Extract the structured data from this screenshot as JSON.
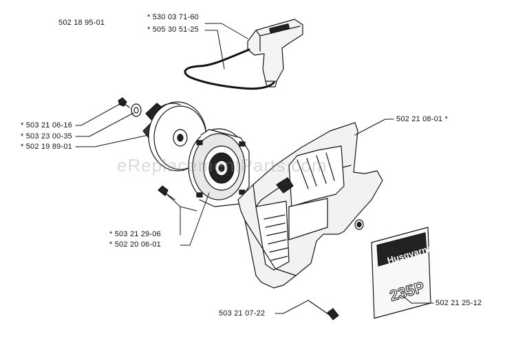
{
  "watermark": "eReplacementParts.com",
  "labels": {
    "top_left": "502 18 95-01",
    "handle_a": "* 530 03 71-60",
    "handle_b": "* 505 30 51-25",
    "washer_a": "* 503 21 06-16",
    "washer_b": "* 503 23 00-35",
    "pulley": "* 502 19 89-01",
    "screw_a": "* 503 21 29-06",
    "housing_starter": "* 502 20 06-01",
    "cover": "502 21 08-01 *",
    "bottom_screw": "503 21 07-22",
    "decal": "502 21 25-12"
  },
  "decal": {
    "brand": "Husqvarna",
    "model": "235P"
  },
  "colors": {
    "ink": "#111111",
    "paper": "#ffffff"
  }
}
